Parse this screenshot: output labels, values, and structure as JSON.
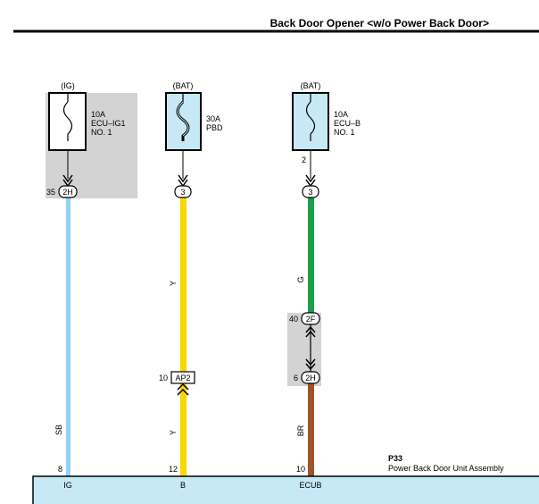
{
  "title": "Back Door Opener <w/o Power Back Door>",
  "circuits": [
    {
      "source": "(IG)",
      "fuse": {
        "rating": "10A",
        "name": "ECU–IG1",
        "no": "NO. 1"
      },
      "wire_color": "#8fd3f5",
      "connectors": [
        {
          "pin": "35",
          "label": "2H"
        }
      ],
      "wire_labels": [
        "SB"
      ],
      "end_pin": "8",
      "terminal": "IG"
    },
    {
      "source": "(BAT)",
      "fuse": {
        "rating": "30A",
        "name": "PBD"
      },
      "wire_color": "#f7d800",
      "connectors": [
        {
          "pin": "",
          "label": "3"
        },
        {
          "pin": "10",
          "label": "AP2"
        }
      ],
      "wire_labels": [
        "Y",
        "Y"
      ],
      "end_pin": "12",
      "terminal": "B"
    },
    {
      "source": "(BAT)",
      "fuse": {
        "rating": "10A",
        "name": "ECU–B",
        "no": "NO. 1"
      },
      "fuse_pin": "2",
      "wire_color": "#1aa04a",
      "wire_color_2": "#a0522d",
      "connectors": [
        {
          "pin": "",
          "label": "3"
        },
        {
          "pin": "40",
          "label": "2F"
        },
        {
          "pin": "6",
          "label": "2H"
        }
      ],
      "wire_labels": [
        "G",
        "BR"
      ],
      "end_pin": "10",
      "terminal": "ECUB"
    }
  ],
  "component": {
    "code": "P33",
    "name": "Power Back Door Unit Assembly"
  }
}
